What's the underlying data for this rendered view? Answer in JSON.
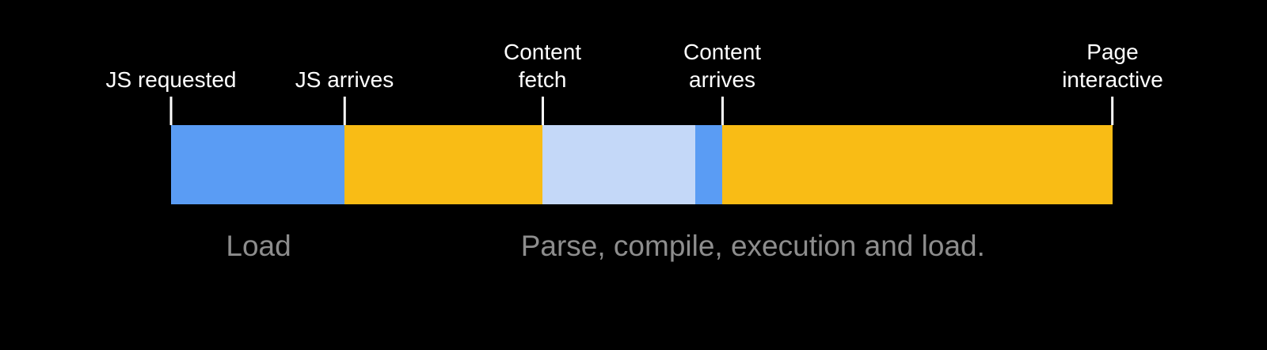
{
  "colors": {
    "background": "#000000",
    "blue": "#5a9cf4",
    "yellow": "#f9bc15",
    "light_blue": "#c4d8f8",
    "milestone_text": "#ffffff",
    "phase_text": "#8d8d8d",
    "tick": "#ffffff"
  },
  "milestones": [
    {
      "label": "JS requested",
      "position_pct": 0
    },
    {
      "label": "JS arrives",
      "position_pct": 18.42
    },
    {
      "label": "Content\nfetch",
      "position_pct": 39.45
    },
    {
      "label": "Content\narrives",
      "position_pct": 58.54
    },
    {
      "label": "Page\ninteractive",
      "position_pct": 100
    }
  ],
  "segments": [
    {
      "name": "js-request-load",
      "color": "blue",
      "width_pct": 18.42
    },
    {
      "name": "parse-compile-before-fetch",
      "color": "yellow",
      "width_pct": 21.03
    },
    {
      "name": "content-fetch",
      "color": "light_blue",
      "width_pct": 16.23
    },
    {
      "name": "content-arrives",
      "color": "blue",
      "width_pct": 2.86
    },
    {
      "name": "execution-and-load",
      "color": "yellow",
      "width_pct": 41.46
    }
  ],
  "phases": [
    {
      "label": "Load",
      "center_pct": 9.3
    },
    {
      "label": "Parse, compile, execution and load.",
      "center_pct": 61.8
    }
  ]
}
